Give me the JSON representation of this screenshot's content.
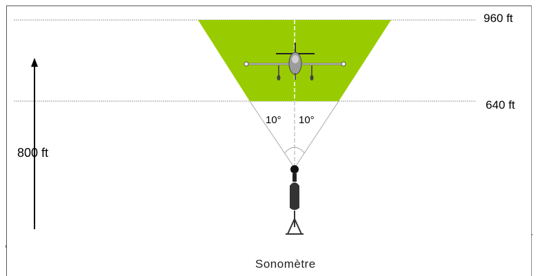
{
  "labels": {
    "altitude_top": "960 ft",
    "altitude_bottom": "640 ft",
    "distance": "800 ft",
    "angle_left": "10°",
    "angle_right": "10°",
    "device": "Sonomètre"
  },
  "colors": {
    "sound_zone": "#99cc00",
    "lines": "#9a9a9a",
    "arrow": "#000000"
  },
  "icons": {
    "aircraft": "airplane-icon",
    "sound_meter": "microphone-icon"
  }
}
